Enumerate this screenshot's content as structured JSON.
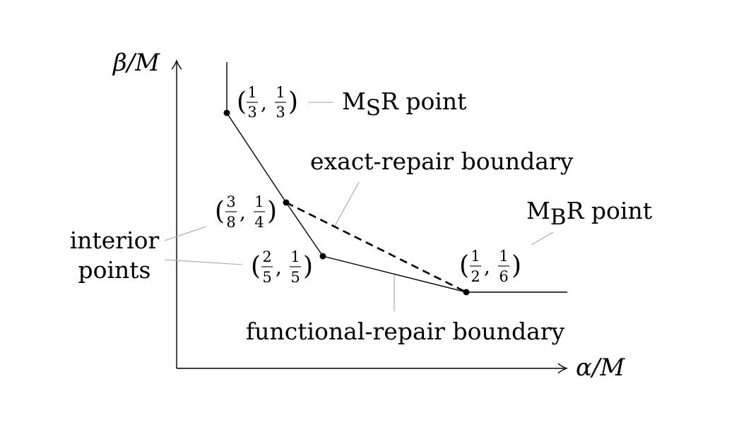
{
  "axes": {
    "x_label": "α/M",
    "y_label": "β/M"
  },
  "points": [
    {
      "id": "msr",
      "x_num": "1",
      "x_den": "3",
      "y_num": "1",
      "y_den": "3"
    },
    {
      "id": "p38",
      "x_num": "3",
      "x_den": "8",
      "y_num": "1",
      "y_den": "4"
    },
    {
      "id": "p25",
      "x_num": "2",
      "x_den": "5",
      "y_num": "1",
      "y_den": "5"
    },
    {
      "id": "mbr",
      "x_num": "1",
      "x_den": "2",
      "y_num": "1",
      "y_den": "6"
    }
  ],
  "labels": {
    "msr_prefix": "M",
    "msr_sub": "S",
    "msr_suffix": "R point",
    "mbr_prefix": "M",
    "mbr_sub": "B",
    "mbr_suffix": "R point",
    "exact_repair": "exact-repair boundary",
    "functional_repair": "functional-repair boundary",
    "interior_line1": "interior",
    "interior_line2": "points"
  },
  "colors": {
    "curve": "#000000",
    "leader": "#a6a6a6"
  }
}
